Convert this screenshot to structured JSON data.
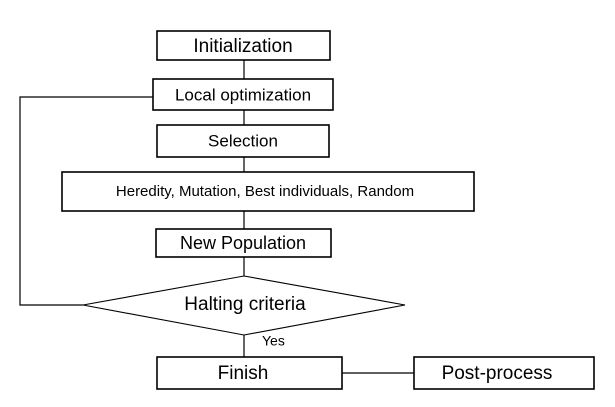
{
  "diagram": {
    "nodes": {
      "initialization": "Initialization",
      "local_optimization": "Local optimization",
      "selection": "Selection",
      "operators": "Heredity, Mutation, Best individuals, Random",
      "new_population": "New Population",
      "halting_criteria": "Halting criteria",
      "finish": "Finish",
      "post_process": "Post-process"
    },
    "edge_labels": {
      "yes": "Yes"
    }
  }
}
